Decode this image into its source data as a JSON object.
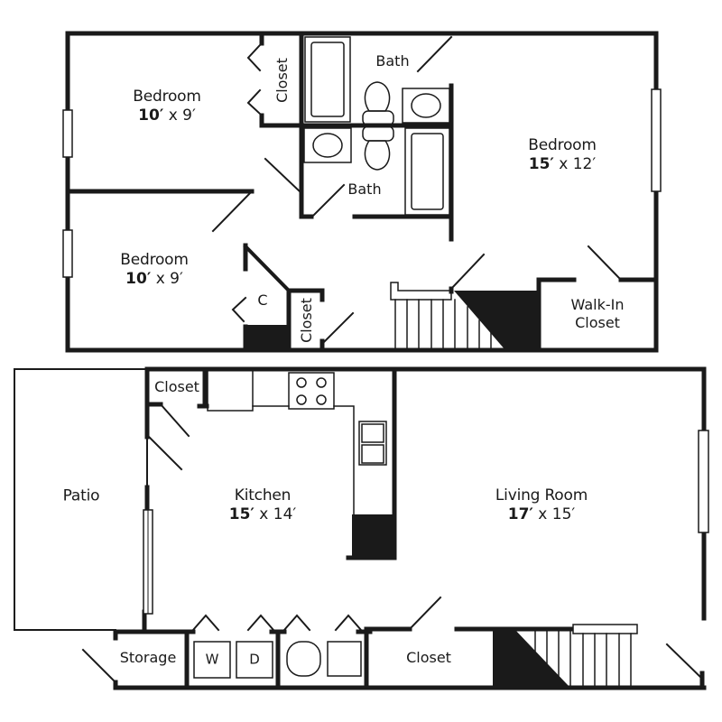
{
  "floor_plan": {
    "upper_floor": {
      "rooms": [
        {
          "id": "bedroom-nw",
          "name": "Bedroom",
          "dim_a": "10′",
          "dim_b": "x 9′"
        },
        {
          "id": "bedroom-sw",
          "name": "Bedroom",
          "dim_a": "10′",
          "dim_b": "x 9′"
        },
        {
          "id": "bedroom-master",
          "name": "Bedroom",
          "dim_a": "15′",
          "dim_b": "x 12′"
        },
        {
          "id": "bath-1",
          "name": "Bath"
        },
        {
          "id": "bath-2",
          "name": "Bath"
        },
        {
          "id": "closet-1",
          "name": "Closet"
        },
        {
          "id": "closet-2",
          "name": "Closet"
        },
        {
          "id": "closet-c",
          "name": "C"
        },
        {
          "id": "walk-in-closet",
          "name": "Walk-In",
          "name2": "Closet"
        }
      ]
    },
    "lower_floor": {
      "rooms": [
        {
          "id": "patio",
          "name": "Patio"
        },
        {
          "id": "kitchen",
          "name": "Kitchen",
          "dim_a": "15′",
          "dim_b": "x 14′"
        },
        {
          "id": "living-room",
          "name": "Living Room",
          "dim_a": "17′",
          "dim_b": "x 15′"
        },
        {
          "id": "kitchen-closet",
          "name": "Closet"
        },
        {
          "id": "storage",
          "name": "Storage"
        },
        {
          "id": "hall-closet",
          "name": "Closet"
        }
      ],
      "appliances": {
        "washer": "W",
        "dryer": "D"
      }
    },
    "colors": {
      "wall": "#1a1a1a",
      "background": "#ffffff"
    }
  }
}
